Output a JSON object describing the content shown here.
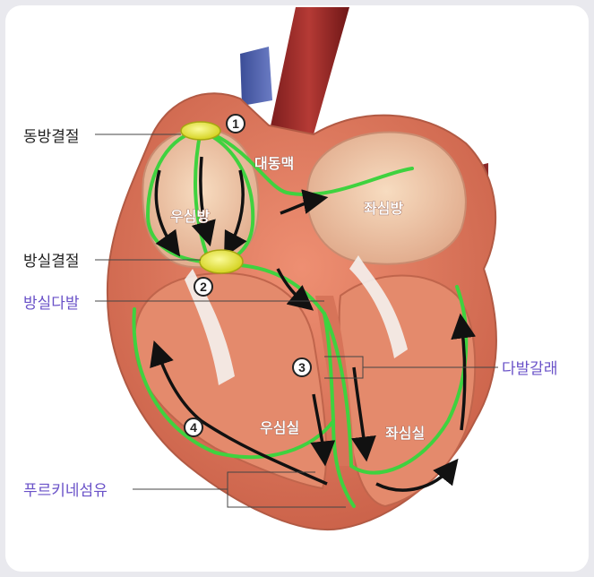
{
  "labels": {
    "sa_node": "동방결절",
    "av_node": "방실결절",
    "his_bundle": "방실다발",
    "bundle_branches": "다발갈래",
    "purkinje": "푸르키네섬유",
    "aorta": "대동맥",
    "right_atrium": "우심방",
    "left_atrium": "좌심방",
    "right_ventricle": "우심실",
    "left_ventricle": "좌심실"
  },
  "numbers": {
    "n1": "1",
    "n2": "2",
    "n3": "3",
    "n4": "4"
  },
  "colors": {
    "external_label": "#222222",
    "callout_label": "#6a52c8",
    "conduction": "#3fd23f",
    "node_fill": "#e8e83a",
    "flow_arrow": "#111111"
  }
}
